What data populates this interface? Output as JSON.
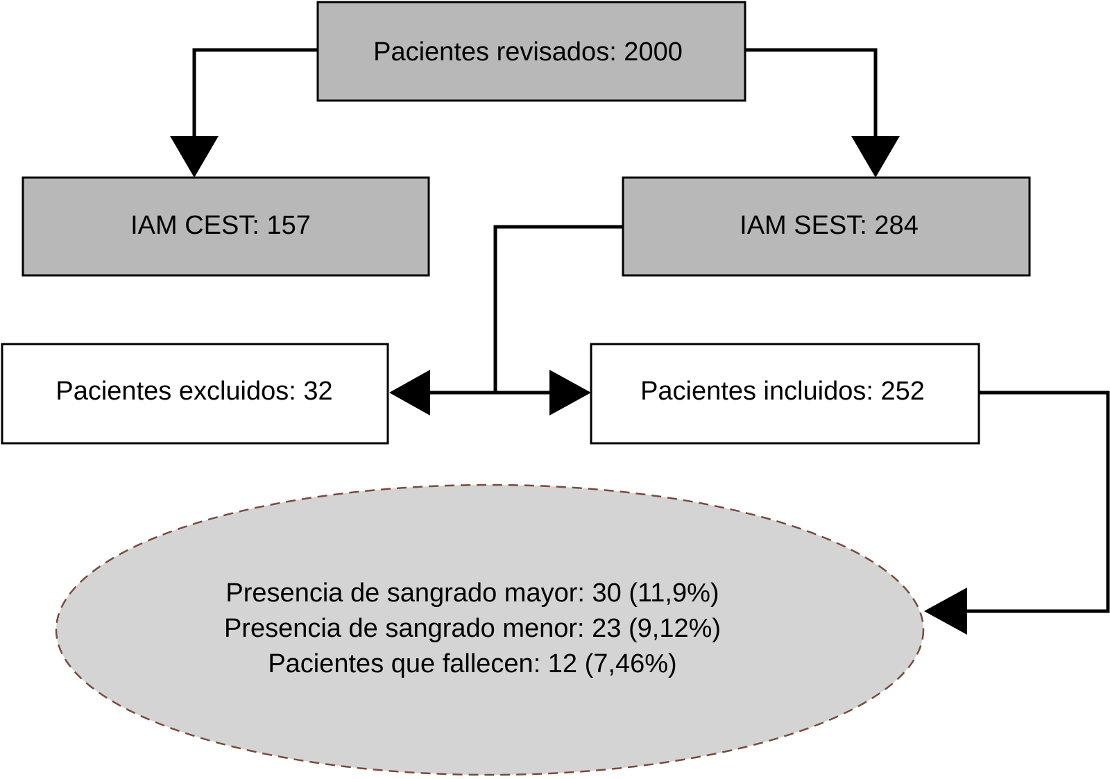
{
  "nodes": {
    "reviewed": {
      "label": "Pacientes revisados: 2000"
    },
    "stemi": {
      "label": "IAM CEST: 157"
    },
    "nstemi": {
      "label": "IAM SEST: 284"
    },
    "excluded": {
      "label": "Pacientes excluidos: 32"
    },
    "included": {
      "label": "Pacientes incluidos: 252"
    },
    "outcomes": {
      "lines": [
        "Presencia de sangrado mayor: 30 (11,9%)",
        "Presencia de sangrado menor: 23 (9,12%)",
        "Pacientes que fallecen: 12 (7,46%)"
      ]
    }
  },
  "colors": {
    "gray_box": "#b8b8b8",
    "white_box": "#ffffff",
    "ellipse_fill": "#d4d4d4",
    "ellipse_border": "#7a4a3a",
    "line": "#000000"
  }
}
